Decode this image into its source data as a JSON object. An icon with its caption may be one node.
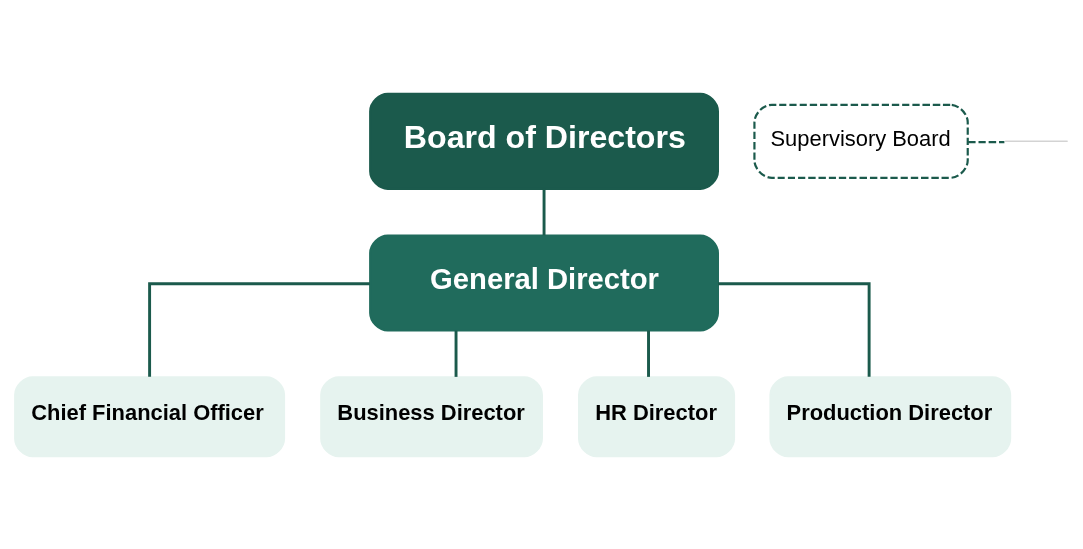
{
  "diagram": {
    "nodes": [
      {
        "text": [
          "Board of Directors"
        ]
      },
      {
        "text": [
          "Supervisory Board"
        ]
      },
      {
        "text": [
          "General Director"
        ]
      },
      {
        "text": [
          "Chief Financial Officer"
        ]
      },
      {
        "text": [
          "Business Director"
        ]
      },
      {
        "text": [
          "HR Director"
        ]
      },
      {
        "text": [
          "Production Director"
        ]
      }
    ],
    "edges": [
      {
        "from": 0,
        "to": 2,
        "arrow": "none"
      },
      {
        "from": 1,
        "to": null,
        "arrow": "none",
        "style": "dashed"
      },
      {
        "from": 2,
        "to": 3,
        "arrow": "none"
      },
      {
        "from": 2,
        "to": 4,
        "arrow": "none"
      },
      {
        "from": 2,
        "to": 5,
        "arrow": "none"
      },
      {
        "from": 2,
        "to": 6,
        "arrow": "none"
      }
    ]
  }
}
